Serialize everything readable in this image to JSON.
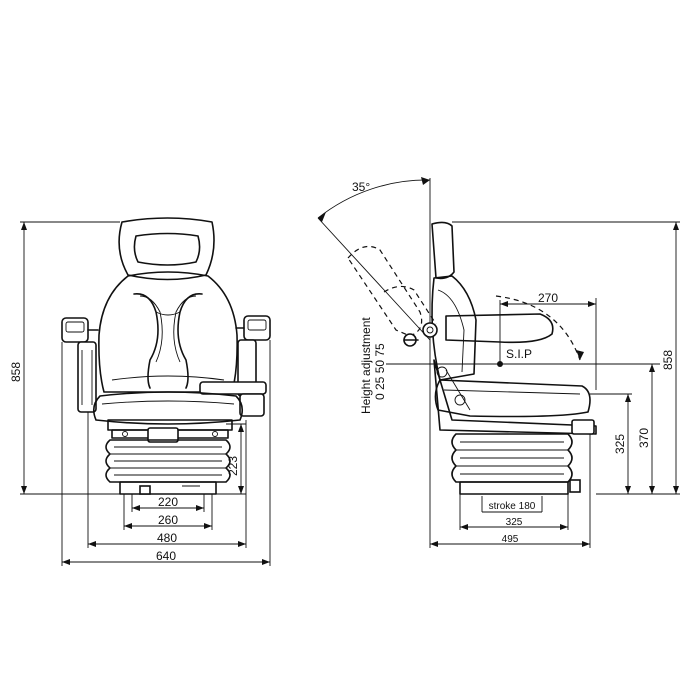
{
  "front_view": {
    "total_height": "858",
    "suspension_height": "223",
    "base_width_1": "220",
    "base_width_2": "260",
    "seat_width": "480",
    "overall_width": "640"
  },
  "side_view": {
    "backrest_angle": "35°",
    "height_adjustment_label": "Height adjustment",
    "height_adjustment_values": "0 25 50 75",
    "sip_label": "S.I.P",
    "sip_horizontal": "270",
    "total_height": "858",
    "height_325": "325",
    "height_370": "370",
    "stroke_label": "stroke 180",
    "base_depth": "325",
    "overall_depth": "495"
  }
}
